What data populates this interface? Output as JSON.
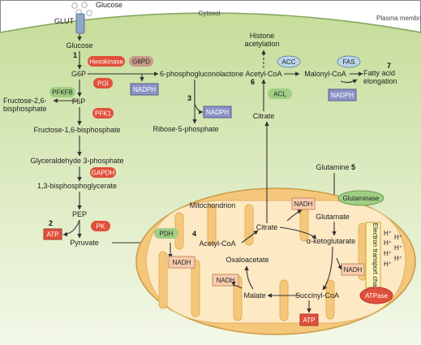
{
  "compartments": {
    "cytosol": "Cytosol",
    "plasma_membrane": "Plasma membrane",
    "mitochondrion": "Mitochondrion"
  },
  "transport": {
    "glut": "GLUT",
    "glucose_out": "Glucose"
  },
  "metabolites": {
    "glucose": "Glucose",
    "g6p": "G6P",
    "f6p": "F6P",
    "f26bp": "Fructose-2,6-bisphosphate",
    "f16bp": "Fructose-1,6-bisphosphate",
    "g3p": "Glyceraldehyde 3-phosphate",
    "bpg": "1,3-bisphosphoglycerate",
    "pep": "PEP",
    "pyruvate": "Pyruvate",
    "pgl": "6-phosphogluconolactone",
    "r5p": "Ribose-5-phosphate",
    "histone": "Histone acetylation",
    "acetyl_coa_cyto": "Acetyl-CoA",
    "malonyl_coa": "Malonyl-CoA",
    "fatty_acid": "Fatty acid elongation",
    "citrate_cyto": "Citrate",
    "glutamine": "Glutamine",
    "glutamate": "Glutamate",
    "acetyl_coa_mito": "Acetyl-CoA",
    "citrate_mito": "Citrate",
    "akg": "α-ketoglutarate",
    "oxaloacetate": "Oxaloacetate",
    "malate": "Malate",
    "succinyl_coa": "Succinyl-CoA"
  },
  "enzymes": {
    "hexokinase": "Hexokinase",
    "g6pd": "G6PD",
    "pgi": "PGI",
    "pfkfb": "PFKFB",
    "pfk1": "PFK1",
    "gapdh": "GAPDH",
    "pk": "PK",
    "acc": "ACC",
    "fas": "FAS",
    "acl": "ACL",
    "pdh": "PDH",
    "glutaminase": "Glutaminase"
  },
  "cofactors": {
    "nadph_ppp": "NADPH",
    "nadph_r5p": "NADPH",
    "nadph_fas": "NADPH",
    "nadh_pdh": "NADH",
    "nadh_cit": "NADH",
    "nadh_mal": "NADH",
    "nadh_akg": "NADH",
    "atp_glyc": "ATP",
    "atp_tca": "ATP",
    "atpase": "ATPase"
  },
  "etc": {
    "label": "Electron transport chain",
    "proton": "H⁺"
  },
  "steps": {
    "s1": "1",
    "s2": "2",
    "s3": "3",
    "s4": "4",
    "s5": "5",
    "s6": "6",
    "s7": "7"
  },
  "colors": {
    "cytosol_green": "#d6e8b4",
    "mito_fill": "#f5c77a",
    "matrix_fill": "#fde9c4",
    "red_enzyme": "#e0503a",
    "green_enzyme": "#9fcf84",
    "nadph_blue": "#8b93c6",
    "nadh_peach": "#f7cdb0"
  }
}
